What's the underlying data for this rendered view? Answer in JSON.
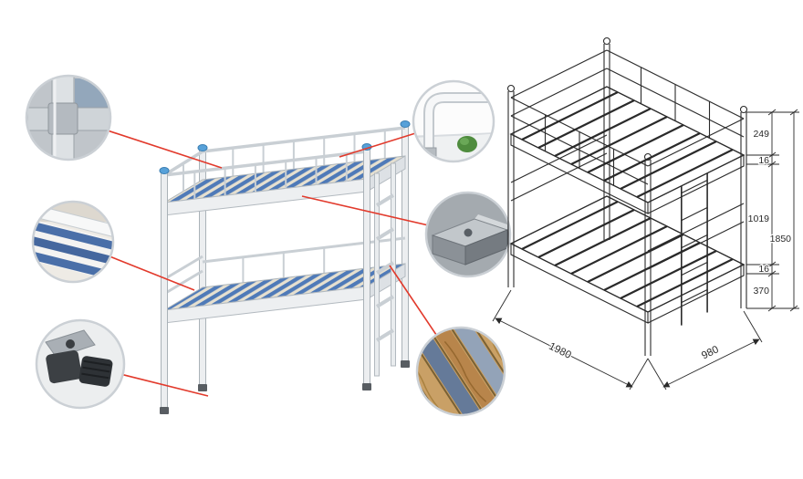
{
  "product": {
    "name": "metal-frame-bunk-bed",
    "callouts": [
      {
        "name": "frame-corner-joint-detail"
      },
      {
        "name": "bed-frame-slat-corner-detail"
      },
      {
        "name": "foot-pad-detail"
      },
      {
        "name": "guardrail-tube-detail"
      },
      {
        "name": "connector-bracket-detail"
      },
      {
        "name": "wooden-slat-surface-detail"
      }
    ]
  },
  "diagram": {
    "dimensions": {
      "top_section": "249",
      "tube_top": "16",
      "mid_section": "1019",
      "total_height": "1850",
      "tube_bottom": "16",
      "lower_section": "370",
      "length": "1980",
      "width": "980"
    }
  },
  "colors": {
    "callout_line": "#e23a2c",
    "slat_blue": "#4f7ab8",
    "post_cap_blue": "#57a1d9",
    "frame_grey": "#edeff1",
    "drawing_line": "#2a2a2a"
  }
}
